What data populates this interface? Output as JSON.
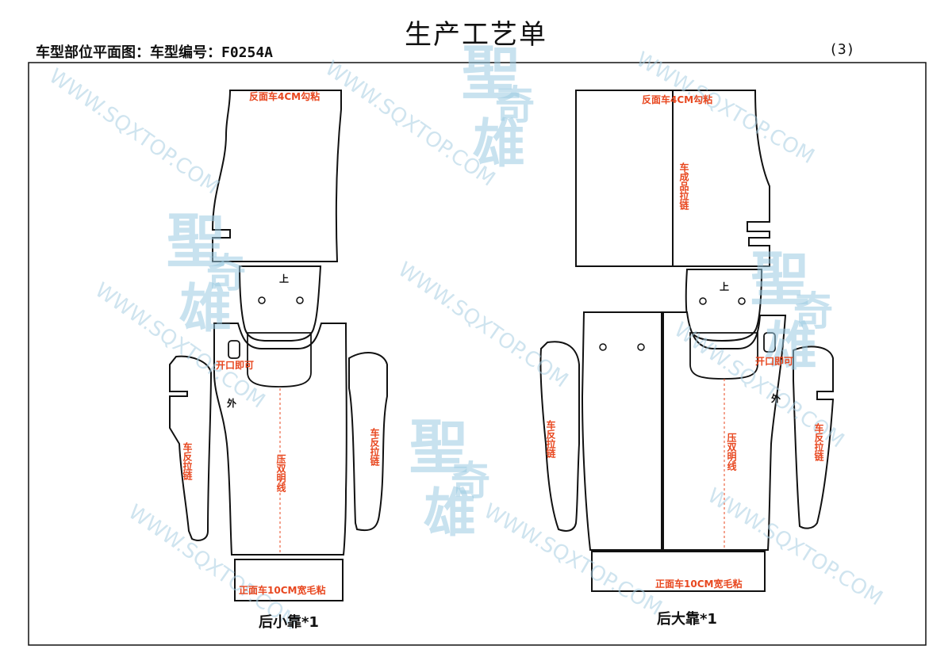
{
  "header": {
    "title": "生产工艺单",
    "subtitle": "车型部位平面图：车型编号：F0254A",
    "page_number": "(3)"
  },
  "watermark": {
    "url": "WWW.SQXTOP.COM",
    "brand": [
      "聖",
      "奇",
      "雄"
    ]
  },
  "left_piece": {
    "caption": "后小靠*1",
    "labels": {
      "top": "反面车4CM勾粘",
      "up": "上",
      "opening": "开口即可",
      "outer": "外",
      "center": "压双明线",
      "left_side": "车反拉链",
      "right_side": "车反拉链",
      "bottom": "正面车10CM宽毛粘"
    }
  },
  "right_piece": {
    "caption": "后大靠*1",
    "labels": {
      "top": "反面车4CM勾粘",
      "zipper": "车成品拉链",
      "up": "上",
      "opening": "开口即可",
      "outer": "外",
      "center": "压双明线",
      "left_side": "车反拉链",
      "right_side": "车反拉链",
      "bottom": "正面车10CM宽毛粘"
    }
  },
  "colors": {
    "annotation": "#e8471f",
    "outline": "#111111",
    "watermark": "#a9cfe2"
  }
}
